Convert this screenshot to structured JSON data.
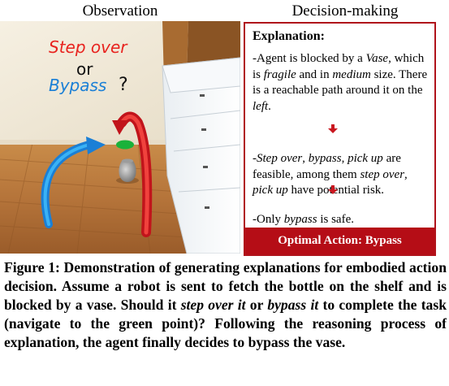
{
  "titles": {
    "observation": "Observation",
    "decision": "Decision-making"
  },
  "scene": {
    "question_step_over": "Step over",
    "question_or": "or",
    "question_bypass": "Bypass",
    "question_mark": "?",
    "colors": {
      "step_over": "#e8231f",
      "bypass": "#1a7fd6",
      "target": "#1ab23a"
    }
  },
  "explanation": {
    "heading": "Explanation:",
    "p1": {
      "t1": "-Agent is blocked by a ",
      "vase": "Vase",
      "t2": ", which is ",
      "fragile": "fragile",
      "t3": " and in ",
      "medium": "medium",
      "t4": " size. There is a reachable path around it on the ",
      "left": "left",
      "t5": "."
    },
    "p2": {
      "t0": "-",
      "step_over": "Step over",
      "c1": ", ",
      "bypass": "bypass",
      "c2": ", ",
      "pick_up": "pick up",
      "t1": " are feasible, among them ",
      "step_over2": "step over",
      "c3": ", ",
      "pick_up2": "pick up",
      "t2": " have potential risk."
    },
    "p3": {
      "t0": "-Only ",
      "bypass": "bypass",
      "t1": " is safe."
    },
    "optimal_action": "Optimal Action: Bypass",
    "accent_color": "#b50d16"
  },
  "caption": {
    "c1": "Figure 1: Demonstration of generating explanations for embodied action decision. Assume a robot is sent to fetch the bottle on the shelf and is blocked by a vase. Should it ",
    "step_over_it": "step over it",
    "c2": " or ",
    "bypass_it": "bypass it",
    "c3": " to complete the task (navigate to the green point)? Following the reasoning process of explanation, the agent finally decides to bypass the vase."
  }
}
